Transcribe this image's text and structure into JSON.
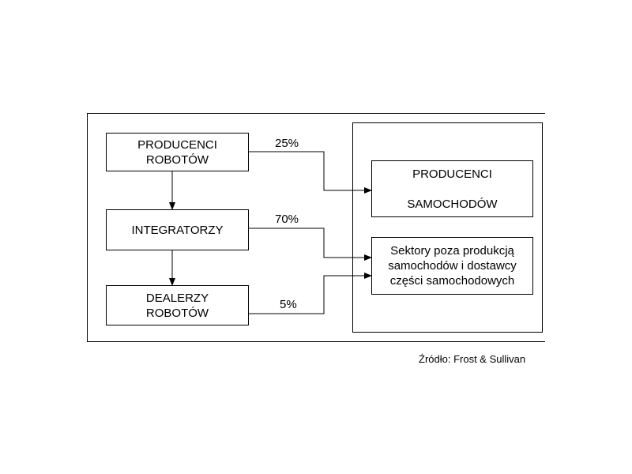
{
  "diagram": {
    "nodes": {
      "robot_producers": "PRODUCENCI\nROBOTÓW",
      "integrators": "INTEGRATORZY",
      "robot_dealers": "DEALERZY\nROBOTÓW",
      "car_producers": "PRODUCENCI\n\nSAMOCHODÓW",
      "other_sectors": "Sektory poza produkcją\nsamochodów i dostawcy\nczęści samochodowych"
    },
    "edges": [
      {
        "from": "robot_producers",
        "to": "car_producers",
        "label": "25%",
        "value": 25
      },
      {
        "from": "integrators",
        "to": "other_sectors",
        "label": "70%",
        "value": 70
      },
      {
        "from": "robot_dealers",
        "to": "other_sectors",
        "label": "5%",
        "value": 5
      },
      {
        "from": "robot_producers",
        "to": "integrators",
        "label": ""
      },
      {
        "from": "integrators",
        "to": "robot_dealers",
        "label": ""
      }
    ],
    "source": "Źródło: Frost & Sullivan"
  }
}
